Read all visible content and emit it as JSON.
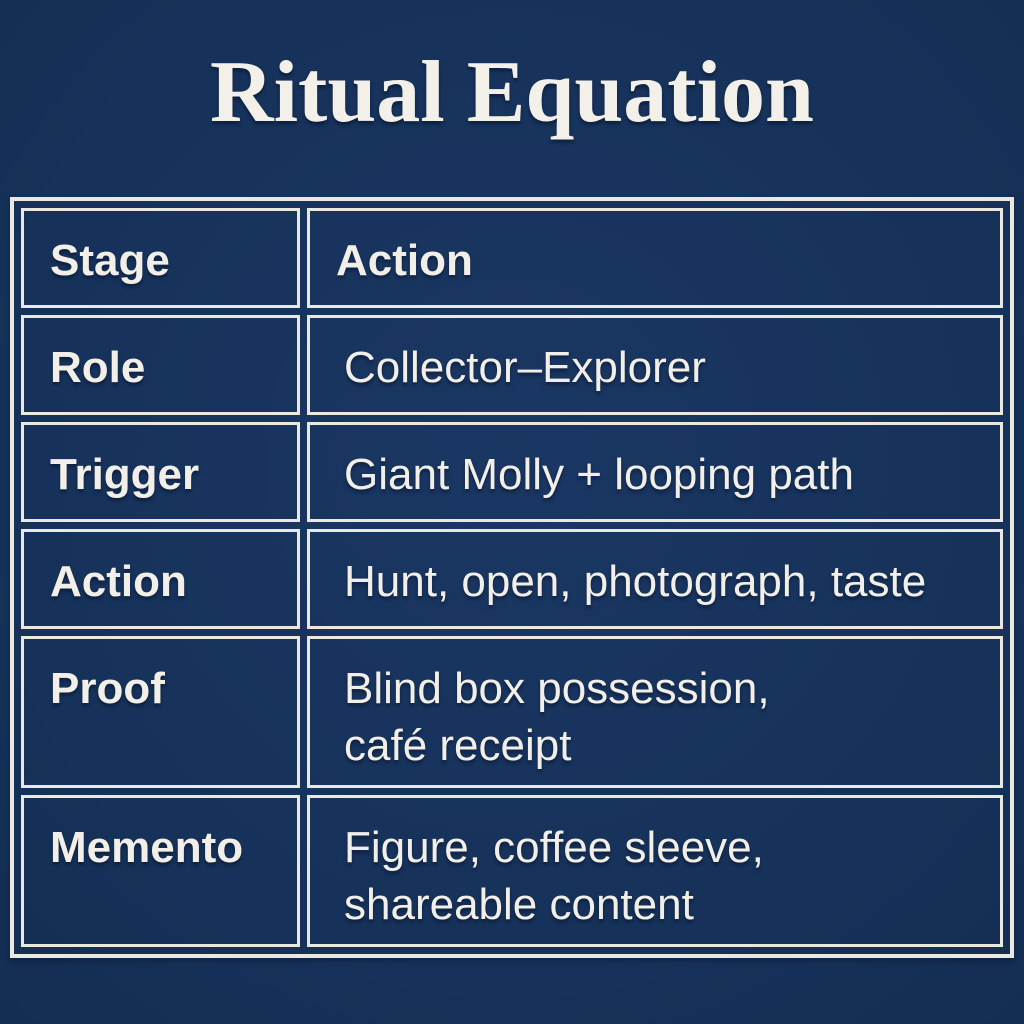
{
  "title": "Ritual Equation",
  "colors": {
    "background_navy": "#16325a",
    "frame_border": "#ebe8e0",
    "text": "#f2efe8"
  },
  "table": {
    "header": {
      "stage": "Stage",
      "action": "Action"
    },
    "rows": [
      {
        "label": "Role",
        "value": "Collector–Explorer"
      },
      {
        "label": "Trigger",
        "value": "Giant Molly + looping path"
      },
      {
        "label": "Action",
        "value": "Hunt, open, photograph, taste"
      },
      {
        "label": "Proof",
        "value": "Blind box possession,\ncafé receipt"
      },
      {
        "label": "Memento",
        "value": "Figure, coffee sleeve,\nshareable content"
      }
    ]
  }
}
